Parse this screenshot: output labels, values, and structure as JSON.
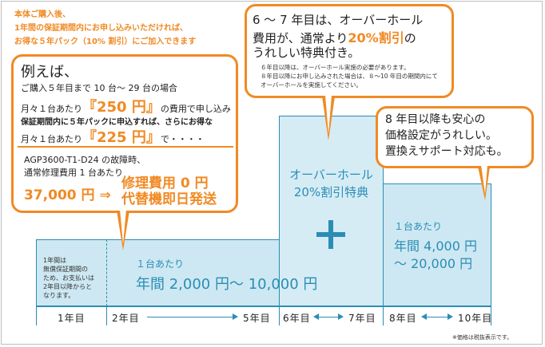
{
  "notice": {
    "line1": "本体ご購入後、",
    "line2": "1年間の保証期間内にお申し込みいただければ、",
    "line3": "お得な５年パック（10% 割引）にご加入できます"
  },
  "example": {
    "title": "例えば、",
    "line1": "ご購入５年目まで 10 台～ 29 台の場合",
    "line2_pre": "月々１台あたり",
    "line2_price": "『250 円』",
    "line2_post": "の費用で申し込み",
    "line3": "保証期間内に５年パックに申込すれば、さらにお得な",
    "line4_pre": "月々１台あたり",
    "line4_price": "『225 円』",
    "line4_post": "で・・・・",
    "fault1": "AGP3600-T1-D24 の故障時、",
    "fault2": "通常修理費用 1 台あたり",
    "price_normal": "37,000 円 ⇒",
    "benefit1": "修理費用 0 円",
    "benefit2": "代替機即日発送"
  },
  "overhaul": {
    "title1": "6 ～ 7 年目は、オーバーホール",
    "title2_pre": "費用が、通常より",
    "title2_hl": "20%割引",
    "title2_post": "の",
    "title3": "うれしい特典付き。",
    "note1": "６年目以降は、オーバーホール実施の必要があります。",
    "note2": "８年目以降にお申し込みされた場合は、８～10 年目の期間内にて",
    "note3": "オーバーホールを実施してください。"
  },
  "after8": {
    "line1": "8 年目以降も安心の",
    "line2": "価格設定がうれしい。",
    "line3": "置換えサポート対応も。"
  },
  "chart": {
    "first_year_note1": "1年間は",
    "first_year_note2": "無償保証期間の",
    "first_year_note3": "ため、お支払いは",
    "first_year_note4": "2年目以降からと",
    "first_year_note5": "なります。",
    "seg_a_unit": "１台あたり",
    "seg_a_price": "年間 2,000 円～ 10,000 円",
    "seg_b_title1": "オーバーホール",
    "seg_b_title2": "20%割引特典",
    "seg_c_unit": "１台あたり",
    "seg_c_price1": "年間 4,000 円",
    "seg_c_price2": "～ 20,000 円"
  },
  "axis": {
    "y1": "1年目",
    "y2": "2年目",
    "y5": "5年目",
    "y6": "6年目",
    "y7": "7年目",
    "y8": "8年目",
    "y10": "10年目"
  },
  "footnote": "※価格は税抜表示です。",
  "colors": {
    "accent": "#f08a24",
    "teal": "#2b8db5",
    "fill": "#cde8f2"
  }
}
